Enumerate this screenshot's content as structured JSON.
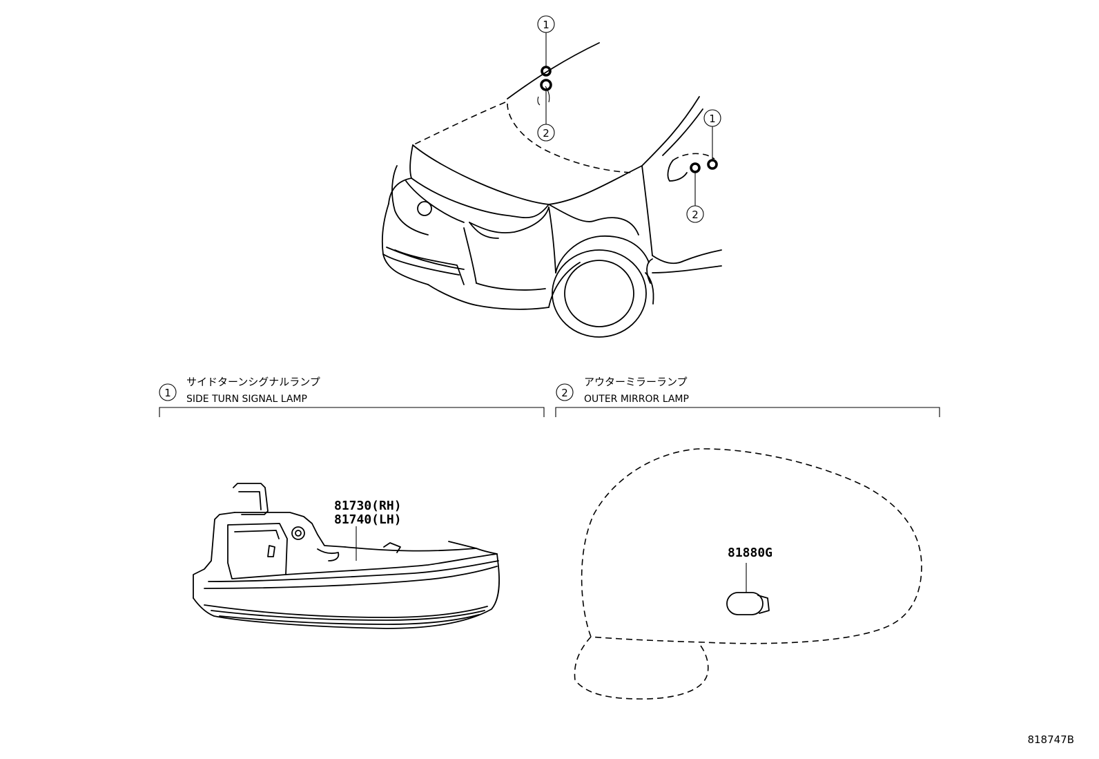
{
  "callouts": {
    "one": "1",
    "two": "2"
  },
  "sections": [
    {
      "number": "1",
      "title_jp": "サイドターンシグナルランプ",
      "title_en": "SIDE TURN SIGNAL LAMP"
    },
    {
      "number": "2",
      "title_jp": "アウターミラーランプ",
      "title_en": "OUTER MIRROR LAMP"
    }
  ],
  "parts": {
    "side_turn_rh": "81730(RH)",
    "side_turn_lh": "81740(LH)",
    "mirror_bulb": "81880G"
  },
  "figure_id": "818747B"
}
